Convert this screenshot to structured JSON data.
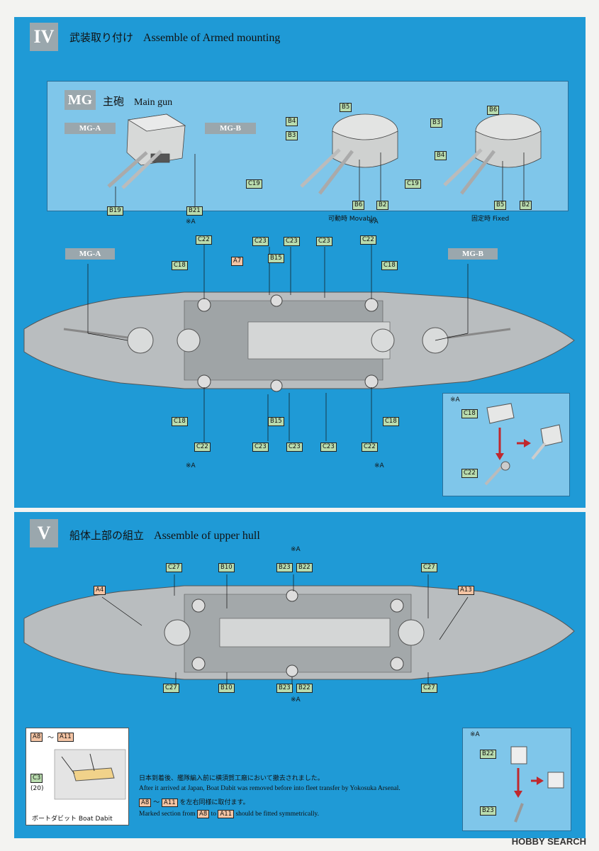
{
  "step4": {
    "number": "IV",
    "title_jp": "武装取り付け",
    "title_en": "Assemble of Armed mounting",
    "mg": {
      "badge": "MG",
      "title_jp": "主砲",
      "title_en": "Main gun",
      "mg_a": "MG-A",
      "mg_b": "MG-B",
      "movable_jp": "可動時",
      "movable_en": "Movable",
      "fixed_jp": "固定時",
      "fixed_en": "Fixed",
      "parts_a": [
        "B19",
        "B21"
      ],
      "parts_b": [
        "B5",
        "B4",
        "B3",
        "C19",
        "B6",
        "B2"
      ],
      "parts_c": [
        "B6",
        "B3",
        "B4",
        "C19",
        "B5",
        "B2"
      ]
    },
    "ship": {
      "top_labels": [
        "C22",
        "C18",
        "A7",
        "C23",
        "B15",
        "C23",
        "C23",
        "C22",
        "C18"
      ],
      "bottom_labels": [
        "C18",
        "C22",
        "C23",
        "B15",
        "C23",
        "C23",
        "C22",
        "C18"
      ],
      "mark": "※A",
      "mg_a": "MG-A",
      "mg_b": "MG-B"
    },
    "detail": {
      "mark": "※A",
      "parts": [
        "C18",
        "C22"
      ]
    }
  },
  "step5": {
    "number": "V",
    "title_jp": "船体上部の組立",
    "title_en": "Assemble of upper hull",
    "top_labels": [
      "C27",
      "B10",
      "B23",
      "B22",
      "C27",
      "A4",
      "A13"
    ],
    "bottom_labels": [
      "C27",
      "B10",
      "B23",
      "B22",
      "C27"
    ],
    "mark": "※A",
    "inset": {
      "parts": [
        "A8",
        "A11",
        "C3"
      ],
      "tilde": "〜",
      "count": "(20)",
      "caption": "ボートダビット Boat Dabit"
    },
    "notes": {
      "jp1": "日本到着後、艦隊編入前に横須賀工廠において撤去されました。",
      "en1": "After it arrived at Japan, Boat Dabit was removed before into fleet transfer by Yokosuka Arsenal.",
      "part_from": "A8",
      "tilde": "〜",
      "part_to": "A11",
      "jp2": "を左右同様に取付ます。",
      "en2_a": "Marked section from",
      "en2_b": "to",
      "en2_c": "should be fitted symmetrically."
    },
    "detail": {
      "mark": "※A",
      "parts": [
        "B22",
        "B23"
      ]
    }
  },
  "watermark": "HOBBY SEARCH"
}
